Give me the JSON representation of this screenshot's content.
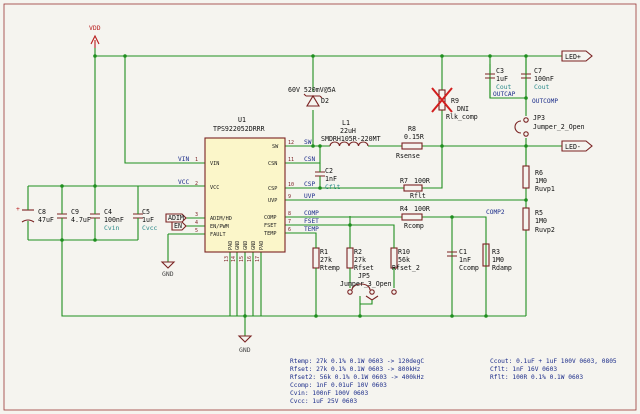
{
  "ic": {
    "ref": "U1",
    "value": "TPS922052DRRR",
    "pins_left": [
      {
        "num": "1",
        "name": "VIN"
      },
      {
        "num": "2",
        "name": "VCC"
      },
      {
        "num": "3",
        "name": "ADIM/HD"
      },
      {
        "num": "4",
        "name": "EN/PWM"
      },
      {
        "num": "5",
        "name": "FAULT"
      }
    ],
    "pins_right": [
      {
        "num": "12",
        "name": "SW"
      },
      {
        "num": "11",
        "name": "CSN"
      },
      {
        "num": "10",
        "name": "CSP"
      },
      {
        "num": "9",
        "name": "UVP"
      },
      {
        "num": "8",
        "name": "COMP"
      },
      {
        "num": "7",
        "name": "FSET"
      },
      {
        "num": "6",
        "name": "TEMP"
      }
    ],
    "pins_bottom": [
      {
        "num": "13",
        "name": "PAD"
      },
      {
        "num": "14",
        "name": "GND"
      },
      {
        "num": "15",
        "name": "GND"
      },
      {
        "num": "16",
        "name": "GND"
      },
      {
        "num": "17",
        "name": "PAD"
      }
    ]
  },
  "power": {
    "vdd": "VDD",
    "gnd1": "GND",
    "gnd2": "GND"
  },
  "connectors": {
    "led_plus": "LED+",
    "led_minus": "LED-"
  },
  "inputs": {
    "adim": "ADIM",
    "en": "EN"
  },
  "nets": {
    "vin": "VIN",
    "vcc": "VCC",
    "sw": "SW",
    "csn": "CSN",
    "csp": "CSP",
    "uvp": "UVP",
    "comp": "COMP",
    "fset": "FSET",
    "temp": "TEMP",
    "comp2": "COMP2",
    "outcap": "OUTCAP",
    "outcomp": "OUTCOMP"
  },
  "parts": {
    "d2": {
      "ref": "D2",
      "value": "60V 520mV@5A"
    },
    "l1": {
      "ref": "L1",
      "value": "22uH",
      "mpn": "SMDRH105R-220MT"
    },
    "r8": {
      "ref": "R8",
      "value": "0.15R",
      "name": "Rsense"
    },
    "r7": {
      "ref": "R7",
      "value": "100R",
      "name": "Rflt"
    },
    "r4": {
      "ref": "R4",
      "value": "100R",
      "name": "Rcomp"
    },
    "r9": {
      "ref": "R9",
      "value": "DNI",
      "name": "Rlk_comp"
    },
    "c2": {
      "ref": "C2",
      "value": "1nF",
      "name": "Cflt"
    },
    "c3": {
      "ref": "C3",
      "value": "1uF",
      "name": "Cout"
    },
    "c7": {
      "ref": "C7",
      "value": "100nF",
      "name": "Cout"
    },
    "jp3": {
      "ref": "JP3",
      "value": "Jumper_2_Open"
    },
    "r6": {
      "ref": "R6",
      "value": "1M0",
      "name": "Ruvp1"
    },
    "r5": {
      "ref": "R5",
      "value": "1M0",
      "name": "Ruvp2"
    },
    "c8": {
      "ref": "C8",
      "value": "47uF"
    },
    "c9": {
      "ref": "C9",
      "value": "4.7uF"
    },
    "c4": {
      "ref": "C4",
      "value": "100nF",
      "name": "Cvin"
    },
    "c5": {
      "ref": "C5",
      "value": "1uF",
      "name": "Cvcc"
    },
    "r1": {
      "ref": "R1",
      "value": "27k",
      "name": "Rtemp"
    },
    "r2": {
      "ref": "R2",
      "value": "27k",
      "name": "Rfset"
    },
    "r10": {
      "ref": "R10",
      "value": "56k",
      "name": "Rfset_2"
    },
    "jp5": {
      "ref": "JP5",
      "value": "Jumper_3_Open"
    },
    "c1": {
      "ref": "C1",
      "value": "1nF",
      "name": "Ccomp"
    },
    "r3": {
      "ref": "R3",
      "value": "1M0",
      "name": "Rdamp"
    }
  },
  "notes_left": [
    "Rtemp: 27k 0.1% 0.1W 0603 -> 120degC",
    "Rfset: 27k 0.1% 0.1W 0603 -> 800kHz",
    "Rfset2: 56k 0.1% 0.1W 0603 -> 400kHz",
    "Ccomp: 1nF 0.01uF 10V 0603",
    "Cvin: 100nF 100V 0603",
    "Cvcc: 1uF 25V 0603"
  ],
  "notes_right": [
    "Ccout: 0.1uF + 1uF 100V 0603, 0805",
    "Cflt: 1nF 16V 0603",
    "Rflt: 100R 0.1% 0.1W 0603"
  ]
}
